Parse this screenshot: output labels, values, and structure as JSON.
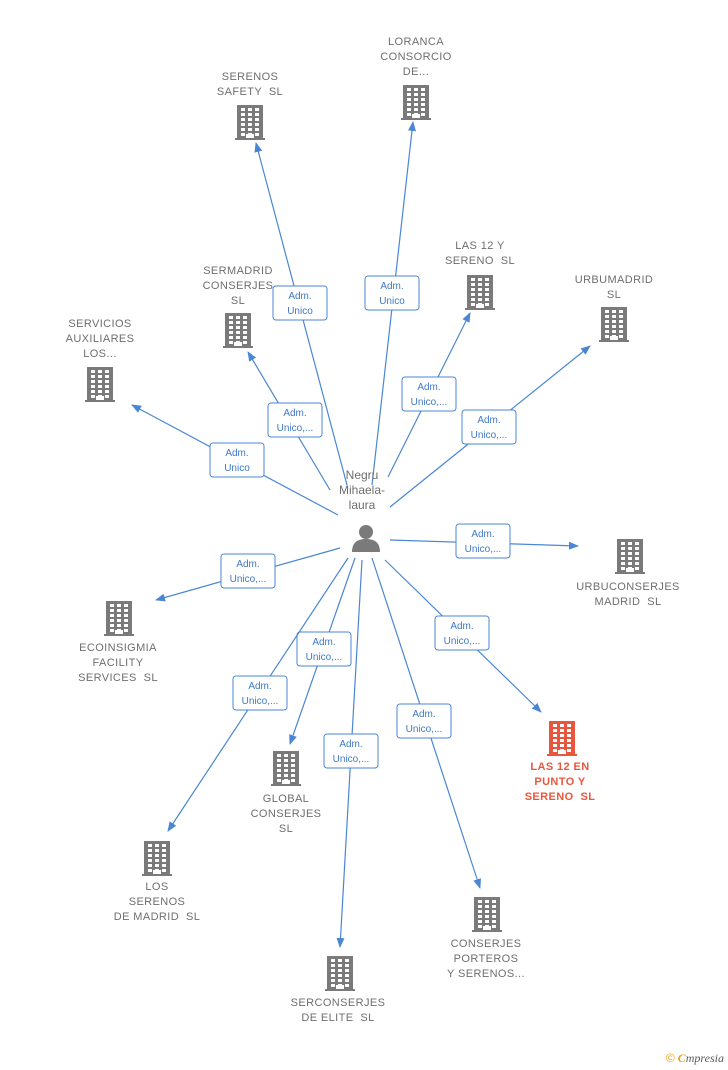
{
  "center": {
    "name_lines": [
      "Negru",
      "Mihaela-",
      "laura"
    ],
    "icon": "person-icon"
  },
  "edge_label_lines": {
    "adm_unico": [
      "Adm.",
      "Unico"
    ],
    "adm_unico_more": [
      "Adm.",
      "Unico,..."
    ]
  },
  "companies": [
    {
      "id": "serenos-safety",
      "lines": [
        "SERENOS",
        "SAFETY  SL"
      ],
      "edge": "adm_unico",
      "highlight": false
    },
    {
      "id": "loranca-consorcio",
      "lines": [
        "LORANCA",
        "CONSORCIO",
        "DE..."
      ],
      "edge": "adm_unico",
      "highlight": false
    },
    {
      "id": "sermadrid-conserjes",
      "lines": [
        "SERMADRID",
        "CONSERJES",
        "SL"
      ],
      "edge": "adm_unico_more",
      "highlight": false
    },
    {
      "id": "las-12-y-sereno",
      "lines": [
        "LAS 12 Y",
        "SERENO  SL"
      ],
      "edge": "adm_unico_more",
      "highlight": false
    },
    {
      "id": "urbumadrid",
      "lines": [
        "URBUMADRID",
        "SL"
      ],
      "edge": "adm_unico_more",
      "highlight": false
    },
    {
      "id": "servicios-auxiliares",
      "lines": [
        "SERVICIOS",
        "AUXILIARES",
        "LOS..."
      ],
      "edge": "adm_unico",
      "highlight": false
    },
    {
      "id": "urbuconserjes-madrid",
      "lines": [
        "URBUCONSERJES",
        "MADRID  SL"
      ],
      "edge": "adm_unico_more",
      "highlight": false
    },
    {
      "id": "ecoinsigmia",
      "lines": [
        "ECOINSIGMIA",
        "FACILITY",
        "SERVICES  SL"
      ],
      "edge": "adm_unico_more",
      "highlight": false
    },
    {
      "id": "las-12-en-punto",
      "lines": [
        "LAS 12 EN",
        "PUNTO Y",
        "SERENO  SL"
      ],
      "edge": "adm_unico_more",
      "highlight": true
    },
    {
      "id": "global-conserjes",
      "lines": [
        "GLOBAL",
        "CONSERJES",
        "SL"
      ],
      "edge": "adm_unico_more",
      "highlight": false
    },
    {
      "id": "los-serenos-madrid",
      "lines": [
        "LOS",
        "SERENOS",
        "DE MADRID  SL"
      ],
      "edge": "adm_unico_more",
      "highlight": false
    },
    {
      "id": "conserjes-porteros",
      "lines": [
        "CONSERJES",
        "PORTEROS",
        "Y SERENOS..."
      ],
      "edge": "adm_unico_more",
      "highlight": false
    },
    {
      "id": "serconserjes-elite",
      "lines": [
        "SERCONSERJES",
        "DE ELITE  SL"
      ],
      "edge": "adm_unico_more",
      "highlight": false
    }
  ],
  "colors": {
    "edge": "#4a86d4",
    "building": "#7a7a7a",
    "building_highlight": "#e8573d",
    "label": "#6e6e6e"
  },
  "footer": {
    "copyright_symbol": "©",
    "brand_initial": "C",
    "brand_rest": "mpresia"
  }
}
